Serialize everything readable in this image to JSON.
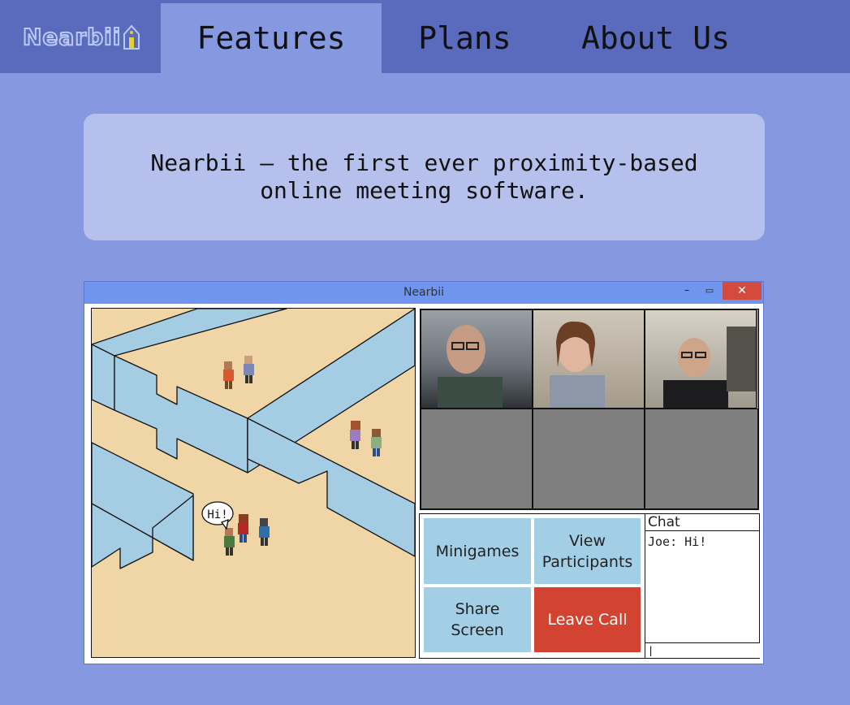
{
  "nav": {
    "logo": "Nearbii",
    "tabs": [
      {
        "label": "Features",
        "active": true
      },
      {
        "label": "Plans",
        "active": false
      },
      {
        "label": "About Us",
        "active": false
      }
    ]
  },
  "tagline": {
    "line1": "Nearbii – the first ever proximity-based",
    "line2": "online meeting software."
  },
  "window": {
    "title": "Nearbii",
    "controls": {
      "minimize": "–",
      "maximize": "▭",
      "close": "✕"
    },
    "speech_bubble": "Hi!",
    "buttons": {
      "minigames": "Minigames",
      "participants_l1": "View",
      "participants_l2": "Participants",
      "share_l1": "Share",
      "share_l2": "Screen",
      "leave": "Leave Call"
    },
    "chat": {
      "header": "Chat",
      "messages": [
        "Joe: Hi!"
      ],
      "input_value": "|"
    }
  },
  "colors": {
    "page_bg": "#8598e0",
    "nav_bg": "#5a6bbd",
    "tagline_bg": "#b5c0ec",
    "map_floor": "#f0d5a6",
    "map_wall": "#a4cde4",
    "button_bg": "#a3cfe6",
    "leave_bg": "#d24332"
  }
}
